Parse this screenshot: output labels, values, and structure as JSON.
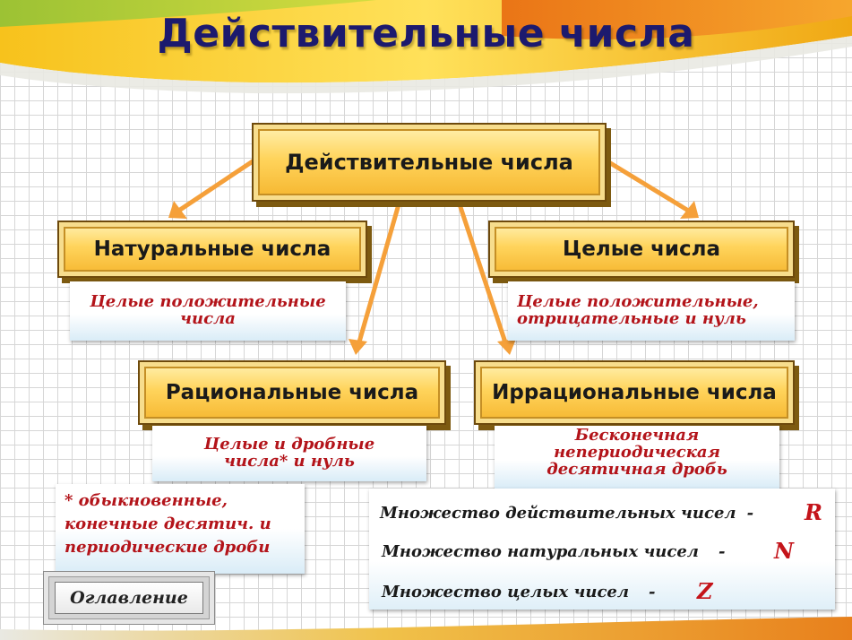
{
  "title": "Действительные числа",
  "boxes": {
    "real": "Действительные числа",
    "natural": "Натуральные числа",
    "integer": "Целые числа",
    "rational": "Рациональные числа",
    "irrational": "Иррациональные числа"
  },
  "descriptions": {
    "natural_1": "Целые положительные",
    "natural_2": "числа",
    "integer_1": "Целые положительные,",
    "integer_2": "отрицательные и нуль",
    "rational_1": "Целые и дробные",
    "rational_2": "числа* и нуль",
    "irrational_1": "Бесконечная",
    "irrational_2": "непериодическая",
    "irrational_3": "десятичная дробь"
  },
  "footnote": {
    "line1": "* обыкновенные,",
    "line2": "конечные десятич. и",
    "line3": "периодические дроби"
  },
  "sets": [
    {
      "label": "Множество действительных чисел",
      "dash": "-",
      "symbol": "R"
    },
    {
      "label": "Множество натуральных чисел",
      "dash": "-",
      "symbol": "N"
    },
    {
      "label": "Множество целых чисел",
      "dash": "-",
      "symbol": "Z"
    }
  ],
  "nav": {
    "contents_button": "Оглавление"
  },
  "colors": {
    "arrow": "#f5a03a",
    "desc_text": "#b3141a",
    "title": "#1c1a6e"
  }
}
